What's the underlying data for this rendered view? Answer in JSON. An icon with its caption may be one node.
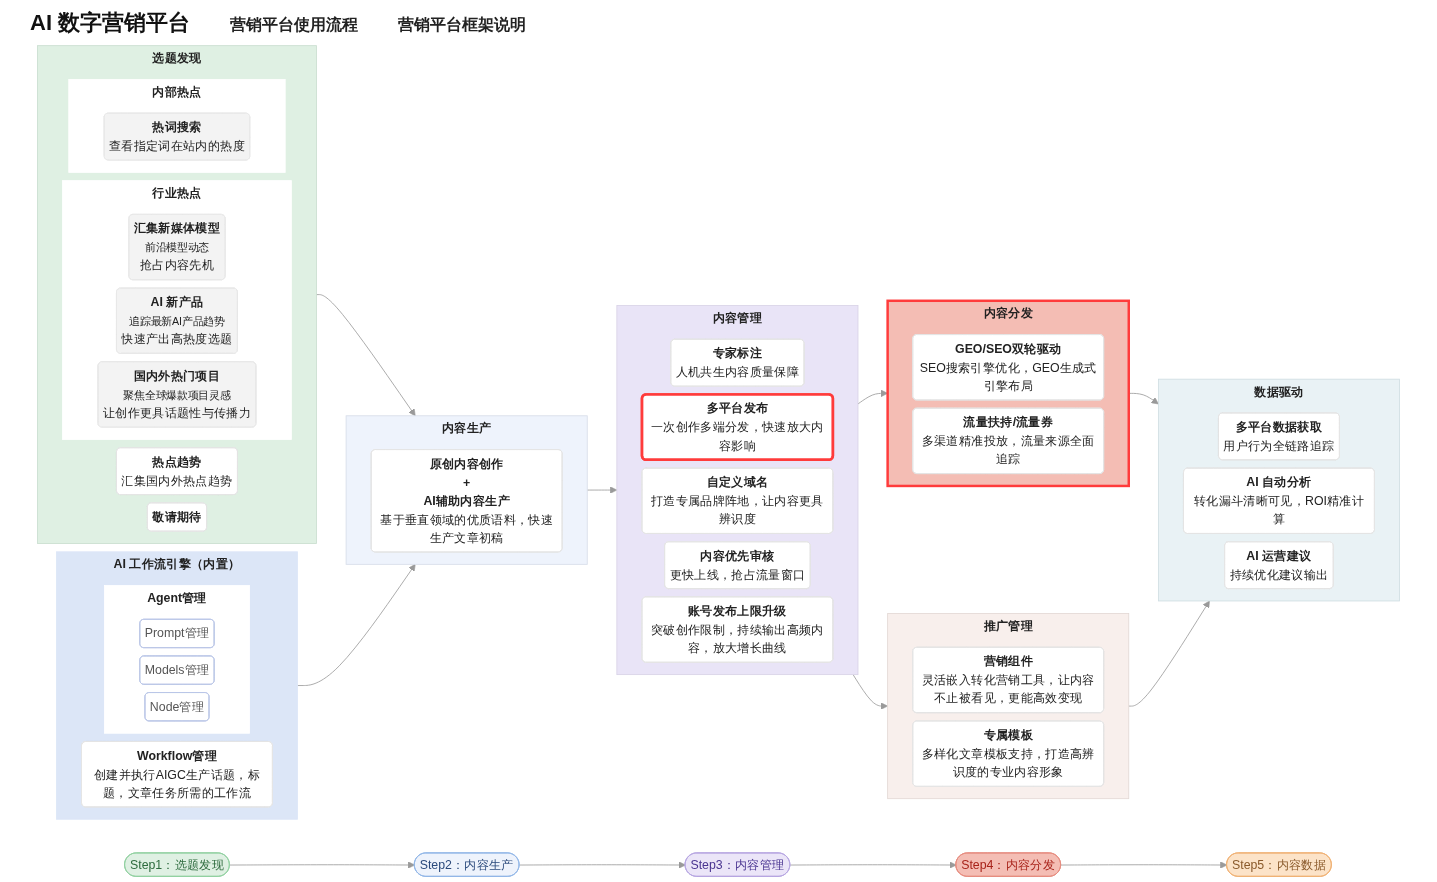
{
  "diagram": {
    "title": "AI 数字营销平台",
    "nodes": [
      {
        "text": [
          "Step1：选题发现"
        ]
      },
      {
        "text": [
          "Step2：内容生产"
        ]
      },
      {
        "text": [
          "Step3：内容管理"
        ]
      },
      {
        "text": [
          "Step4：内容分发"
        ]
      },
      {
        "text": [
          "Step5：内容数据"
        ]
      },
      {
        "text": [
          "选题发现"
        ]
      },
      {
        "text": [
          "热点趋势",
          "汇集国内外热点趋势"
        ],
        "in": 5
      },
      {
        "text": [
          "行业热点"
        ],
        "in": 5
      },
      {
        "text": [
          "汇集新媒体模型",
          "前沿模型动态",
          "抢占内容先机"
        ],
        "in": 7
      },
      {
        "text": [
          "AI 新产品",
          "追踪最新AI产品趋势",
          "快速产出高热度选题"
        ],
        "in": 7
      },
      {
        "text": [
          "国内外热门项目",
          "聚焦全球爆款项目灵感",
          "让创作更具话题性与传播力"
        ],
        "in": 7
      },
      {
        "text": [
          "内部热点"
        ],
        "in": 5
      },
      {
        "text": [
          "热词搜索",
          "查看指定词在站内的热度"
        ],
        "in": 11
      },
      {
        "text": [
          "敬请期待"
        ],
        "in": 5
      },
      {
        "text": [
          "内容生产"
        ]
      },
      {
        "text": [
          "原创内容创作",
          "+",
          "AI辅助内容生产",
          "基于垂直领域的优质语料，快速生产文章初稿"
        ],
        "in": 14
      },
      {
        "text": [
          "AI 工作流引擎（内置）"
        ]
      },
      {
        "text": [
          "Workflow管理",
          "创建并执行AIGC生产话题，标题，文章任务所需的工作流"
        ],
        "in": 16
      },
      {
        "text": [
          "Agent管理"
        ],
        "in": 16
      },
      {
        "text": [
          "Prompt管理"
        ],
        "in": 18
      },
      {
        "text": [
          "Models管理"
        ],
        "in": 18
      },
      {
        "text": [
          "Node管理"
        ],
        "in": 18
      },
      {
        "text": [
          "内容管理"
        ]
      },
      {
        "text": [
          "专家标注",
          "人机共生内容质量保障"
        ],
        "in": 22
      },
      {
        "text": [
          "多平台发布",
          "一次创作多端分发，快速放大内容影响"
        ],
        "in": 22
      },
      {
        "text": [
          "自定义域名",
          "打造专属品牌阵地，让内容更具辨识度"
        ],
        "in": 22
      },
      {
        "text": [
          "内容优先审核",
          "更快上线，抢占流量窗口"
        ],
        "in": 22
      },
      {
        "text": [
          "账号发布上限升级",
          "突破创作限制，持续输出高频内容，放大增长曲线"
        ],
        "in": 22
      },
      {
        "text": [
          "推广管理"
        ]
      },
      {
        "text": [
          "营销组件",
          "灵活嵌入转化营销工具，让内容不止被看见，更能高效变现"
        ],
        "in": 28
      },
      {
        "text": [
          "专属模板",
          "多样化文章模板支持，打造高辨识度的专业内容形象"
        ],
        "in": 28
      },
      {
        "text": [
          "内容分发"
        ]
      },
      {
        "text": [
          "GEO/SEO双轮驱动",
          "SEO搜索引擎优化，GEO生成式引擎布局"
        ],
        "in": 31
      },
      {
        "text": [
          "流量扶持/流量券",
          "多渠道精准投放，流量来源全面追踪"
        ],
        "in": 31
      },
      {
        "text": [
          "数据驱动"
        ]
      },
      {
        "text": [
          "多平台数据获取",
          "用户行为全链路追踪"
        ],
        "in": 34
      },
      {
        "text": [
          "AI 自动分析",
          "转化漏斗清晰可见，ROI精准计算"
        ],
        "in": 34
      },
      {
        "text": [
          "AI 运营建议",
          "持续优化建议输出"
        ],
        "in": 34
      }
    ],
    "edges": [
      {
        "from": 0,
        "to": 1,
        "arrow": "to"
      },
      {
        "from": 1,
        "to": 2,
        "arrow": "to"
      },
      {
        "from": 2,
        "to": 3,
        "arrow": "to"
      },
      {
        "from": 3,
        "to": 4,
        "arrow": "to"
      },
      {
        "from": 5,
        "to": 14,
        "arrow": "to"
      },
      {
        "from": 16,
        "to": 14,
        "arrow": "to"
      },
      {
        "from": 14,
        "to": 22,
        "arrow": "to"
      },
      {
        "from": 22,
        "to": 31,
        "arrow": "to"
      },
      {
        "from": 22,
        "to": 28,
        "arrow": "to"
      },
      {
        "from": 31,
        "to": 34,
        "arrow": "to"
      },
      {
        "from": 28,
        "to": 34,
        "arrow": "to"
      }
    ],
    "labels": [
      "营销平台使用流程",
      "营销平台框架说明"
    ]
  }
}
